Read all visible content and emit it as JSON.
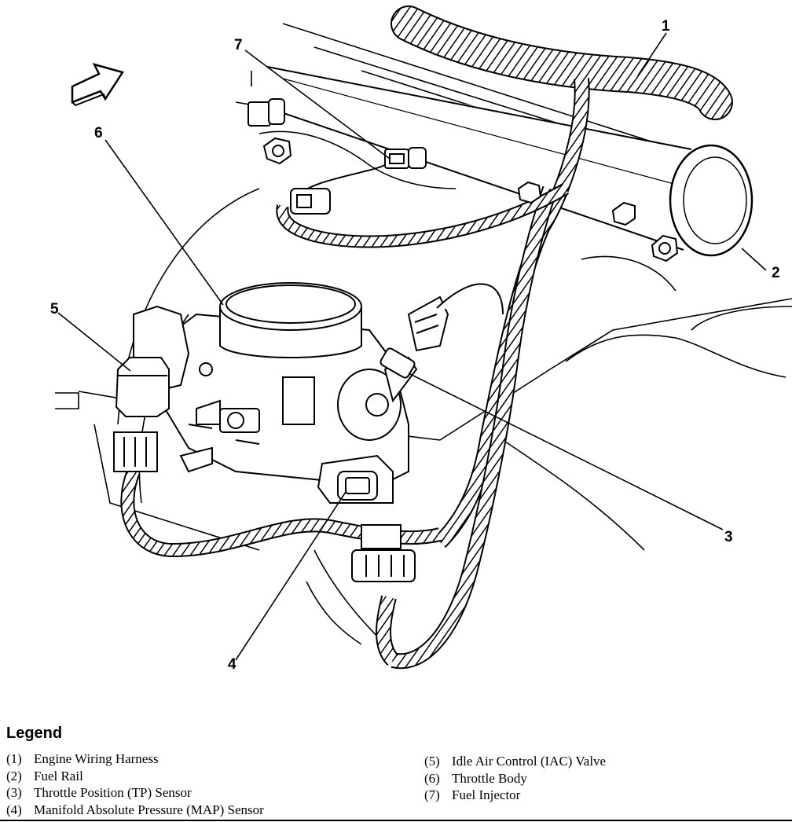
{
  "callouts": {
    "c1": "1",
    "c2": "2",
    "c3": "3",
    "c4": "4",
    "c5": "5",
    "c6": "6",
    "c7": "7"
  },
  "legend": {
    "title": "Legend",
    "items": [
      {
        "num": "(1)",
        "label": "Engine Wiring Harness"
      },
      {
        "num": "(2)",
        "label": "Fuel Rail"
      },
      {
        "num": "(3)",
        "label": "Throttle Position (TP) Sensor"
      },
      {
        "num": "(4)",
        "label": "Manifold Absolute Pressure (MAP) Sensor"
      },
      {
        "num": "(5)",
        "label": "Idle Air Control (IAC) Valve"
      },
      {
        "num": "(6)",
        "label": "Throttle Body"
      },
      {
        "num": "(7)",
        "label": "Fuel Injector"
      }
    ]
  }
}
